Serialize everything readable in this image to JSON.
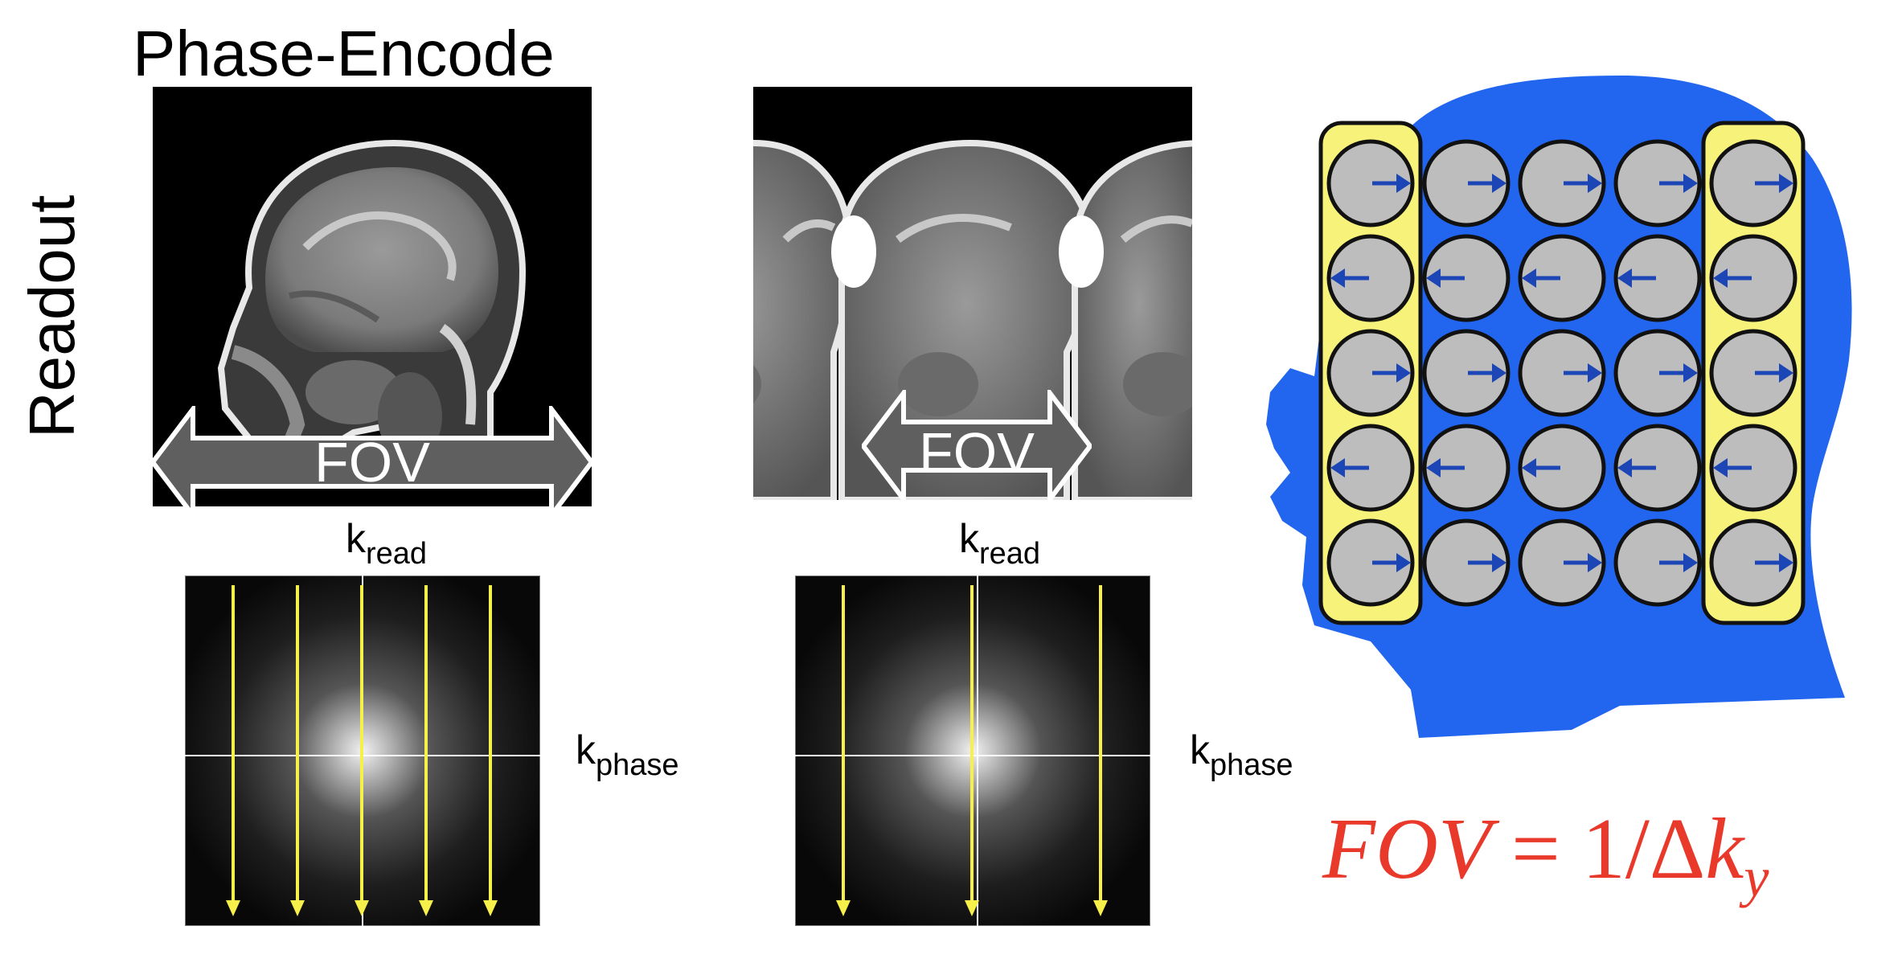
{
  "labels": {
    "phase_encode": "Phase-Encode",
    "readout": "Readout",
    "fov_full": "FOV",
    "fov_aliased": "FOV",
    "k_main": "k",
    "k_read_sub": "read",
    "k_phase_sub": "phase"
  },
  "formula": {
    "lhs": "FOV",
    "equals": "=",
    "rhs_prefix": "1/Δ",
    "rhs_var": "k",
    "rhs_sub": "y"
  },
  "spin_grid": {
    "columns": 5,
    "rows": 5,
    "row_arrow_directions": [
      "right",
      "left",
      "right",
      "left",
      "right"
    ],
    "highlighted_columns": [
      0,
      4
    ]
  },
  "kspace_lines": {
    "full_sampling_count": 5,
    "undersampled_count": 3
  },
  "colors": {
    "sampling_line": "#f7f04a",
    "head_silhouette": "#2266f0",
    "highlight_column": "#f7f27a",
    "spin_circle": "#bdbdbd",
    "spin_arrow": "#1c45b5",
    "formula": "#e8392b",
    "fov_arrow": "#5f5f5f"
  }
}
